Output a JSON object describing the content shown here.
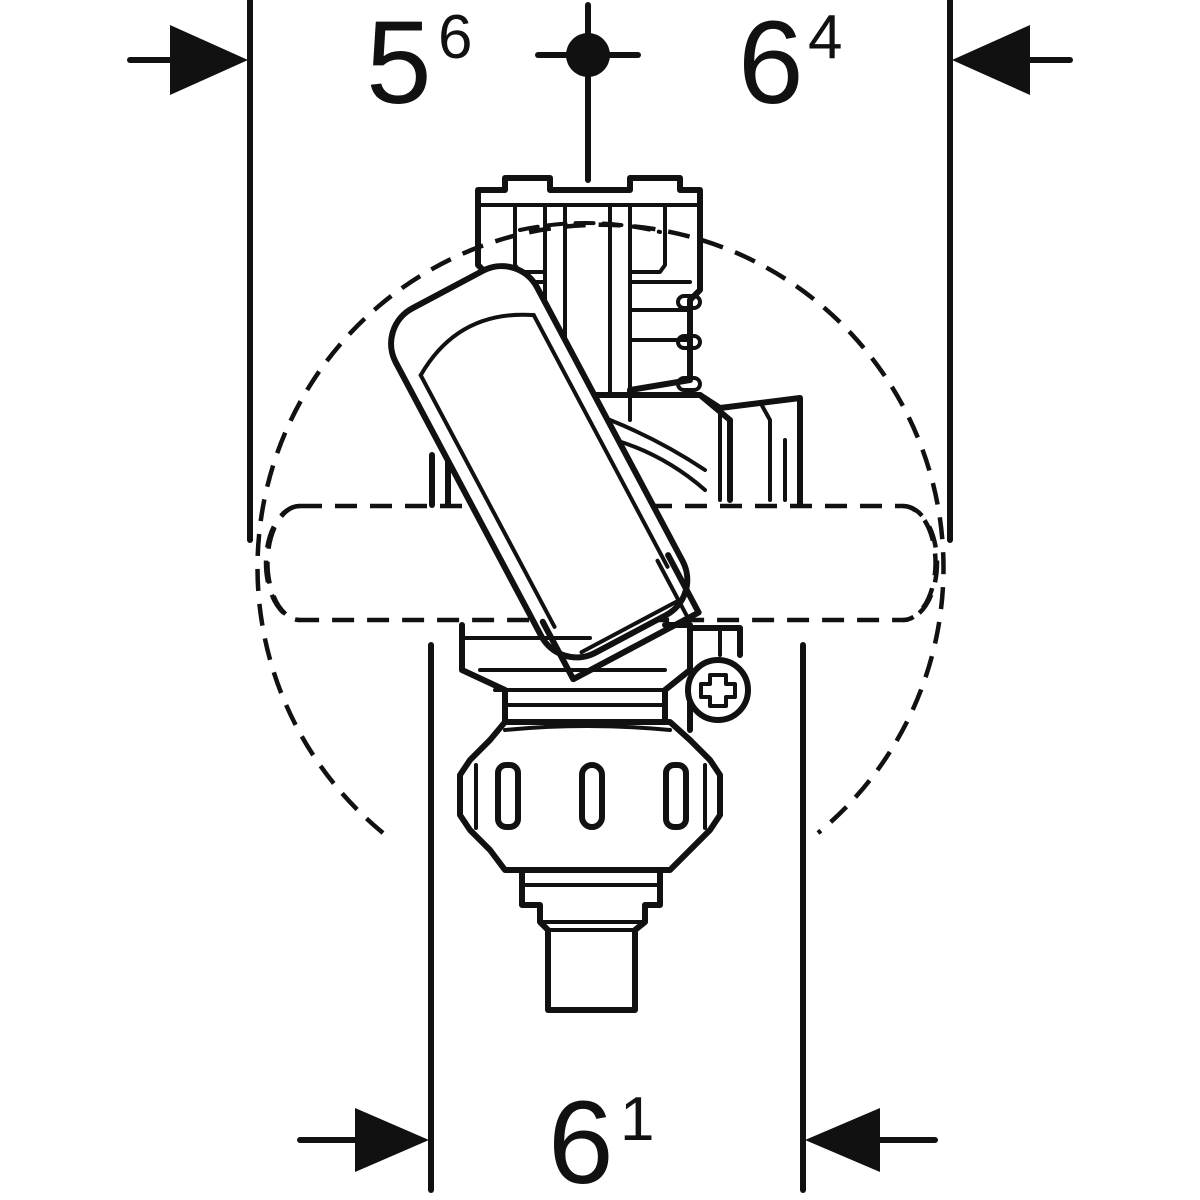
{
  "dimensions": {
    "left_width": {
      "base": "5",
      "sup": "6"
    },
    "right_width": {
      "base": "6",
      "sup": "4"
    },
    "bottom_width": {
      "base": "6",
      "sup": "1"
    }
  },
  "colors": {
    "line": "#111111",
    "background": "#ffffff"
  },
  "icons": [
    "dimension-arrow-icon",
    "center-point-icon",
    "screw-icon"
  ]
}
